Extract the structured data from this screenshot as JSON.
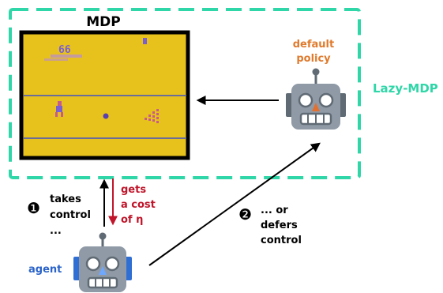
{
  "mdp_label": "MDP",
  "lazy_mdp_label": "Lazy-MDP",
  "default_policy": {
    "line1": "default",
    "line2": "policy"
  },
  "agent_label": "agent",
  "step1": {
    "marker": "❶",
    "line1": "takes",
    "line2": "control",
    "line3": "..."
  },
  "cost": {
    "line1": "gets",
    "line2": "a cost",
    "line3": "of η"
  },
  "step2": {
    "marker": "❷",
    "line1": "... or",
    "line2": "defers",
    "line3": "control"
  },
  "game_score": "66",
  "colors": {
    "lazy_border": "#2fd6a8",
    "lazy_text": "#2fd6a8",
    "default_policy_text": "#e07a2c",
    "agent_text": "#2a63c9",
    "cost_text": "#c0152a",
    "robot_body": "#8f9aa6",
    "robot_dark": "#5f6a74",
    "agent_ears": "#2f6fd3",
    "default_nose": "#e3702e",
    "agent_nose": "#6ea8ff",
    "game_bg": "#e8c21c"
  }
}
